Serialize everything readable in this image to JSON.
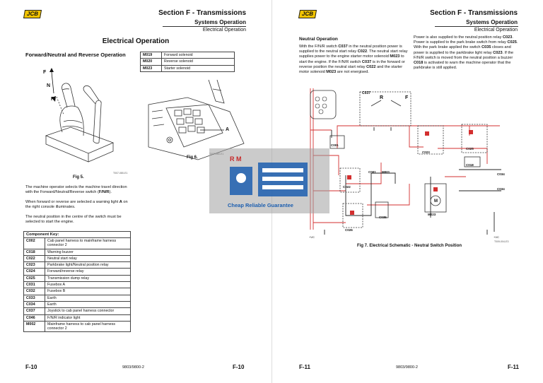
{
  "left": {
    "logo": "JCB",
    "header": {
      "section": "Section F - Transmissions",
      "sub": "Systems Operation",
      "sub2": "Electrical Operation"
    },
    "title": "Electrical Operation",
    "subheading": "Forward/Neutral and Reverse Operation",
    "fig5_letters": {
      "f": "F",
      "n": "N",
      "r": "R"
    },
    "fig5_ref": "T007-080-E1",
    "fig5_caption": "Fig 5.",
    "fig6_caption": "Fig 6.",
    "fig6_ref": "T007-080-E1",
    "fig6_letter": "A",
    "para1_a": "The machine operator selects the machine travel direction with the Forward/Neutral/Reverse switch (",
    "para1_b": "F/N/R",
    "para1_c": ").",
    "para2_a": "When forward or reverse are selected a warning light ",
    "para2_b": "A",
    "para2_c": " on the right console illuminates.",
    "para3": "The neutral position in the centre of the switch must be selected to start the engine.",
    "solenoids": [
      {
        "code": "M019",
        "desc": "Forward solenoid"
      },
      {
        "code": "M020",
        "desc": "Reverse solenoid"
      },
      {
        "code": "M023",
        "desc": "Starter solenoid"
      }
    ],
    "key_title": "Component Key:",
    "key": [
      {
        "code": "C002",
        "desc": "Cab panel harness to mainframe harness connector 2"
      },
      {
        "code": "C018",
        "desc": "Warning buzzer"
      },
      {
        "code": "C022",
        "desc": "Neutral start relay"
      },
      {
        "code": "C023",
        "desc": "Parkbrake light/Neutral position relay"
      },
      {
        "code": "C024",
        "desc": "Forward/reverse relay"
      },
      {
        "code": "C025",
        "desc": "Transmission dump relay"
      },
      {
        "code": "C031",
        "desc": "Fusebox A"
      },
      {
        "code": "C032",
        "desc": "Fusebox B"
      },
      {
        "code": "C033",
        "desc": "Earth"
      },
      {
        "code": "C034",
        "desc": "Earth"
      },
      {
        "code": "C037",
        "desc": "Joystick to cab panel harness connector"
      },
      {
        "code": "C046",
        "desc": "F/N/R indicator light"
      },
      {
        "code": "M002",
        "desc": "Mainframe harness to cab panel harness connector 2"
      }
    ],
    "footer_left": "F-10",
    "footer_center": "9803/9800-2",
    "footer_right": "F-10"
  },
  "right": {
    "logo": "JCB",
    "header": {
      "section": "Section F - Transmissions",
      "sub": "Systems Operation",
      "sub2": "Electrical Operation"
    },
    "subheading": "Neutral Operation",
    "col1": [
      {
        "t": "With the F/N/R switch ",
        "b": false
      },
      {
        "t": "C037",
        "b": true
      },
      {
        "t": " in the neutral position power is supplied to the neutral start relay ",
        "b": false
      },
      {
        "t": "C022",
        "b": true
      },
      {
        "t": ". The neutral start relay supplies power to the engine starter motor solenoid ",
        "b": false
      },
      {
        "t": "M023",
        "b": true
      },
      {
        "t": " to start the engine. If the F/N/R switch ",
        "b": false
      },
      {
        "t": "C037",
        "b": true
      },
      {
        "t": " is in the forward or reverse position the neutral start relay ",
        "b": false
      },
      {
        "t": "C022",
        "b": true
      },
      {
        "t": " and the starter motor solenoid ",
        "b": false
      },
      {
        "t": "M023",
        "b": true
      },
      {
        "t": " are not energised.",
        "b": false
      }
    ],
    "col2": [
      {
        "t": "Power is also supplied to the neutral position relay ",
        "b": false
      },
      {
        "t": "C023",
        "b": true
      },
      {
        "t": ". Power is supplied to the park brake switch from relay ",
        "b": false
      },
      {
        "t": "C025",
        "b": true
      },
      {
        "t": ". With the park brake applied the switch ",
        "b": false
      },
      {
        "t": "C035",
        "b": true
      },
      {
        "t": " closes and power is supplied to the parkbrake light relay ",
        "b": false
      },
      {
        "t": "C023",
        "b": true
      },
      {
        "t": ". If the F/N/R switch is moved from the neutral position a buzzer ",
        "b": false
      },
      {
        "t": "C018",
        "b": true
      },
      {
        "t": " is activated to warn the machine operator that the parkbrake is still applied.",
        "b": false
      }
    ],
    "schematic_labels": {
      "c037": "C037",
      "r": "R",
      "f": "F",
      "c001": "C001",
      "c022": "C022",
      "c023": "C023",
      "c025": "C025",
      "c035": "C035",
      "c018": "C018",
      "c034": "C034",
      "c034b": "C034",
      "m023": "M023",
      "m": "M",
      "c026": "C026",
      "c033a": "+VC",
      "c033b": "+VC",
      "c001b": "C001",
      "m001": "M001",
      "ref": "T009-004-E3"
    },
    "fig7_caption": "Fig 7. Electrical Schematic - Neutral Switch Position",
    "footer_left": "F-11",
    "footer_center": "9803/9800-2",
    "footer_right": "F-11"
  },
  "watermark": {
    "text": "Cheap Reliable Guarantee",
    "rm": "R M"
  },
  "colors": {
    "wire_red": "#d32f2f",
    "wire_black": "#222222",
    "accent": "#f2c400"
  }
}
